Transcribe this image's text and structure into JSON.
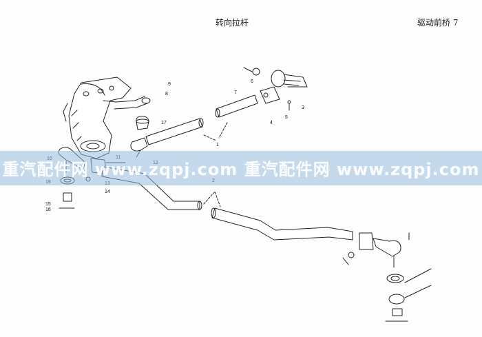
{
  "header": {
    "title": "转向拉杆",
    "section": "驱动前桥 7"
  },
  "watermark": "重汽配件网  www.zqpj.com  重汽配件网  www.zqpj.com",
  "callouts": [
    "1",
    "2",
    "3",
    "4",
    "5",
    "6",
    "7",
    "8",
    "9",
    "10",
    "11",
    "12",
    "13",
    "14",
    "15",
    "16",
    "17",
    "18"
  ],
  "parts": [
    {
      "ref": "1",
      "icon": "tie-rod-tube"
    },
    {
      "ref": "2",
      "icon": "drag-link-tube"
    },
    {
      "ref": "10",
      "icon": "ball-joint"
    },
    {
      "ref": "11",
      "icon": "clamp"
    },
    {
      "ref": "17",
      "icon": "dust-boot"
    },
    {
      "ref": "18",
      "icon": "seal-ring"
    }
  ]
}
